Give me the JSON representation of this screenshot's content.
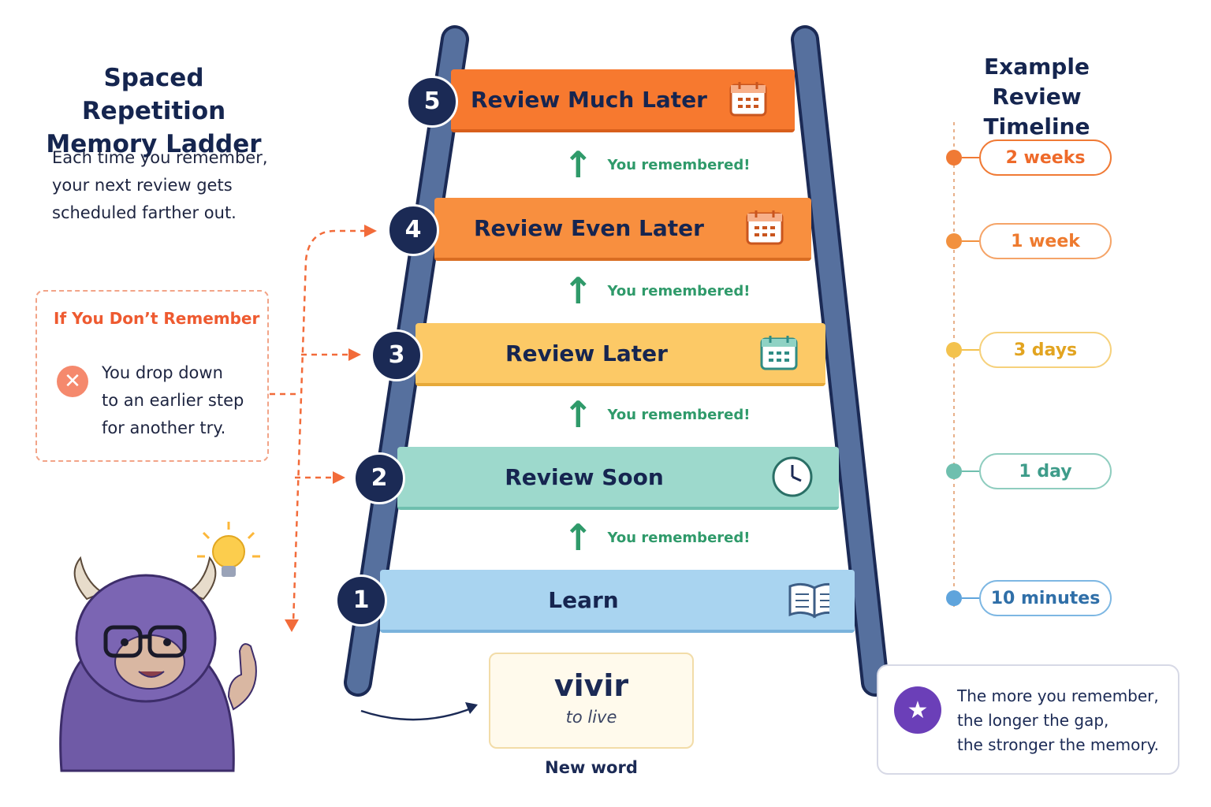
{
  "title": {
    "line1": "Spaced Repetition",
    "line2": "Memory Ladder"
  },
  "intro": {
    "line1": "Each time you remember,",
    "line2": "your next review gets",
    "line3": "scheduled farther out."
  },
  "drop_panel": {
    "heading": "If You Don’t Remember",
    "line1": "You drop down",
    "line2": "to an earlier step",
    "line3": "for another try.",
    "icon": "x-circle-icon"
  },
  "steps": [
    {
      "number": "1",
      "label": "Learn",
      "icon": "open-book-icon",
      "color": "#a9d4f0"
    },
    {
      "number": "2",
      "label": "Review Soon",
      "icon": "clock-icon",
      "color": "#9dd9cc"
    },
    {
      "number": "3",
      "label": "Review Later",
      "icon": "calendar-icon",
      "color": "#fcc966"
    },
    {
      "number": "4",
      "label": "Review Even Later",
      "icon": "calendar-icon",
      "color": "#f88f3f"
    },
    {
      "number": "5",
      "label": "Review Much Later",
      "icon": "calendar-icon",
      "color": "#f7792f"
    }
  ],
  "remembered_label": "You remembered!",
  "timeline": {
    "title_line1": "Example Review",
    "title_line2": "Timeline",
    "items": [
      {
        "label": "2 weeks",
        "color": "#f07a35"
      },
      {
        "label": "1 week",
        "color": "#f2913f"
      },
      {
        "label": "3 days",
        "color": "#f3c24e"
      },
      {
        "label": "1 day",
        "color": "#6fbfae"
      },
      {
        "label": "10 minutes",
        "color": "#5fa4dc"
      }
    ]
  },
  "new_word": {
    "word": "vivir",
    "translation": "to live",
    "caption": "New word"
  },
  "note": {
    "line1": "The more you remember,",
    "line2": "the longer the gap,",
    "line3": "the stronger the memory.",
    "icon": "star-icon"
  },
  "colors": {
    "navy": "#1b2a55",
    "rail": "#56709e",
    "green": "#2f9a6a",
    "orange_dash": "#f26b3a",
    "mascot": "#6f5aa6"
  }
}
